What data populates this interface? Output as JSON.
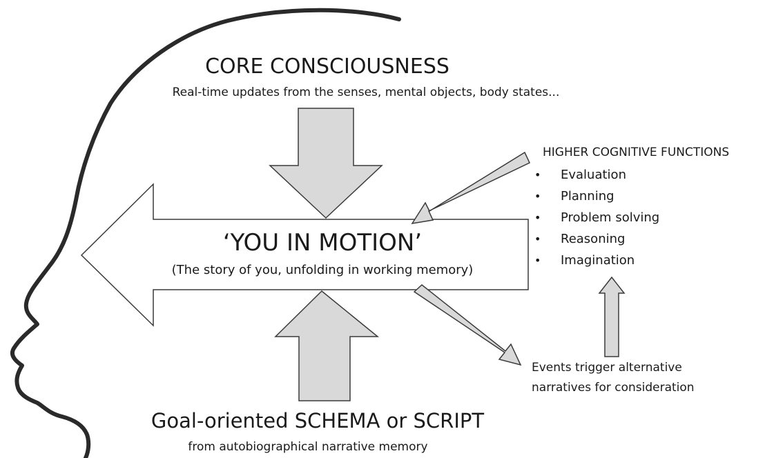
{
  "core": {
    "title": "CORE CONSCIOUSNESS",
    "subtitle": "Real-time updates from the senses, mental objects, body states..."
  },
  "motion": {
    "title": "‘YOU IN MOTION’",
    "subtitle": "(The story of you, unfolding in working memory)"
  },
  "goal": {
    "title": "Goal-oriented SCHEMA or SCRIPT",
    "subtitle": "from autobiographical narrative memory"
  },
  "higher_functions": {
    "title": "HIGHER COGNITIVE FUNCTIONS",
    "items": [
      "Evaluation",
      "Planning",
      "Problem solving",
      "Reasoning",
      "Imagination"
    ]
  },
  "events": {
    "line1": "Events trigger alternative",
    "line2": "narratives for consideration"
  },
  "colors": {
    "arrow_fill": "#d9d9d9",
    "outline": "#3a3a3a",
    "head_profile": "#2a2a2a",
    "text": "#1a1a1a"
  }
}
